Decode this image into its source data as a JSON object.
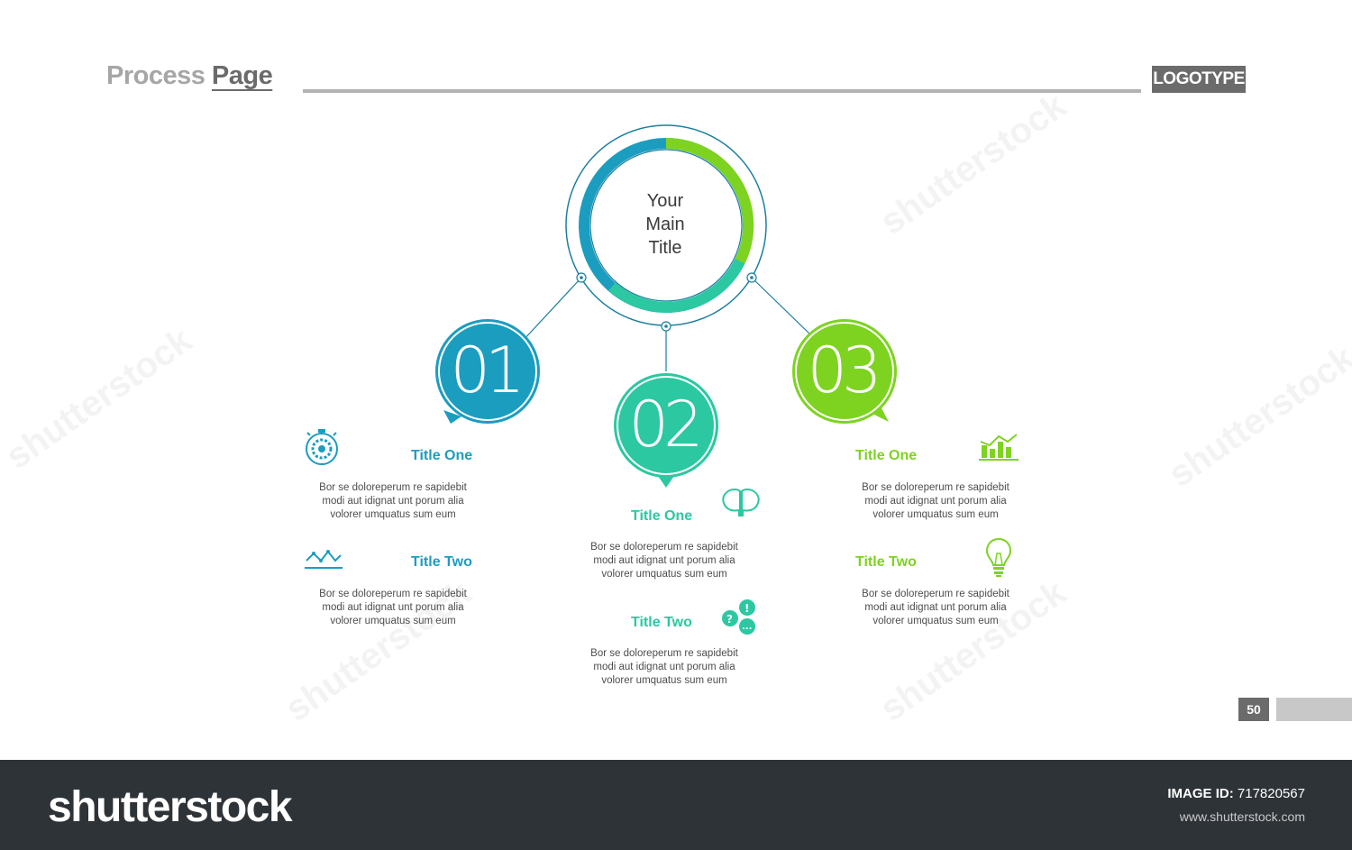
{
  "header": {
    "title_light": "Process",
    "title_bold": "Page",
    "logo": "LOGOTYPE"
  },
  "main_title": "Your\nMain\nTitle",
  "steps": [
    {
      "number": "01",
      "color": "#1b9dc0"
    },
    {
      "number": "02",
      "color": "#2cc8a1"
    },
    {
      "number": "03",
      "color": "#7ed321"
    }
  ],
  "items": [
    {
      "title": "Title One",
      "desc": "Bor se doloreperum re sapidebit\nmodi aut idignat unt porum alia\nvolorer umquatus sum eum",
      "icon": "stopwatch-gear-icon"
    },
    {
      "title": "Title Two",
      "desc": "Bor se doloreperum re sapidebit\nmodi aut idignat unt porum alia\nvolorer umquatus sum eum",
      "icon": "line-chart-icon"
    },
    {
      "title": "Title One",
      "desc": "Bor se doloreperum re sapidebit\nmodi aut idignat unt porum alia\nvolorer umquatus sum eum",
      "icon": "two-heads-icon"
    },
    {
      "title": "Title Two",
      "desc": "Bor se doloreperum re sapidebit\nmodi aut idignat unt porum alia\nvolorer umquatus sum eum",
      "icon": "speech-bubbles-icon"
    },
    {
      "title": "Title One",
      "desc": "Bor se doloreperum re sapidebit\nmodi aut idignat unt porum alia\nvolorer umquatus sum eum",
      "icon": "bar-chart-icon"
    },
    {
      "title": "Title Two",
      "desc": "Bor se doloreperum re sapidebit\nmodi aut idignat unt porum alia\nvolorer umquatus sum eum",
      "icon": "lightbulb-icon"
    }
  ],
  "page_number": "50",
  "footer": {
    "brand": "shutterstock",
    "image_id_label": "IMAGE ID:",
    "image_id": "717820567",
    "url": "www.shutterstock.com"
  },
  "colors": {
    "blue": "#1b9dc0",
    "teal": "#2cc8a1",
    "green": "#7ed321",
    "gray_dark": "#6b6b6b"
  }
}
